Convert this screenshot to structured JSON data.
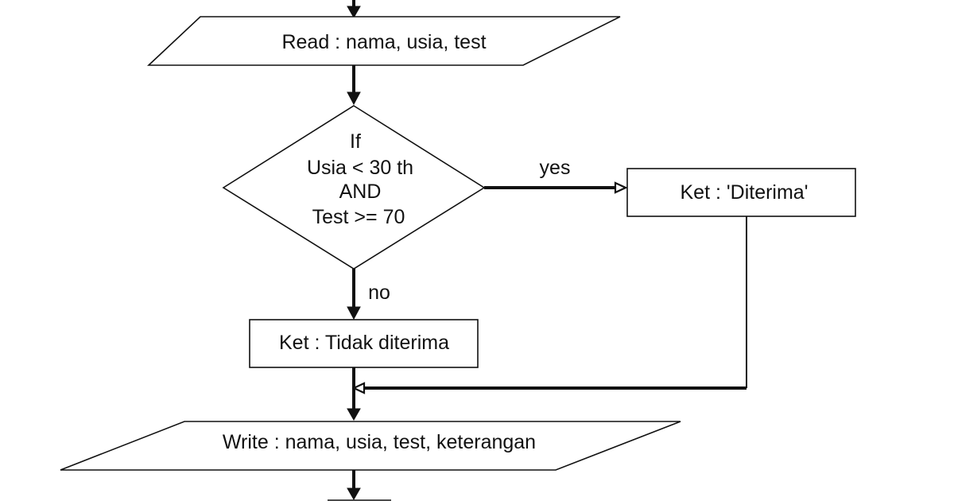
{
  "nodes": {
    "read_input": {
      "label": "Read : nama, usia, test"
    },
    "decision": {
      "lines": [
        "If",
        "Usia < 30 th",
        "AND",
        "Test >= 70"
      ]
    },
    "accepted": {
      "label": "Ket : 'Diterima'"
    },
    "rejected": {
      "label": "Ket : Tidak diterima"
    },
    "write_output": {
      "label": "Write : nama, usia, test, keterangan"
    }
  },
  "edges": {
    "yes_label": "yes",
    "no_label": "no"
  }
}
